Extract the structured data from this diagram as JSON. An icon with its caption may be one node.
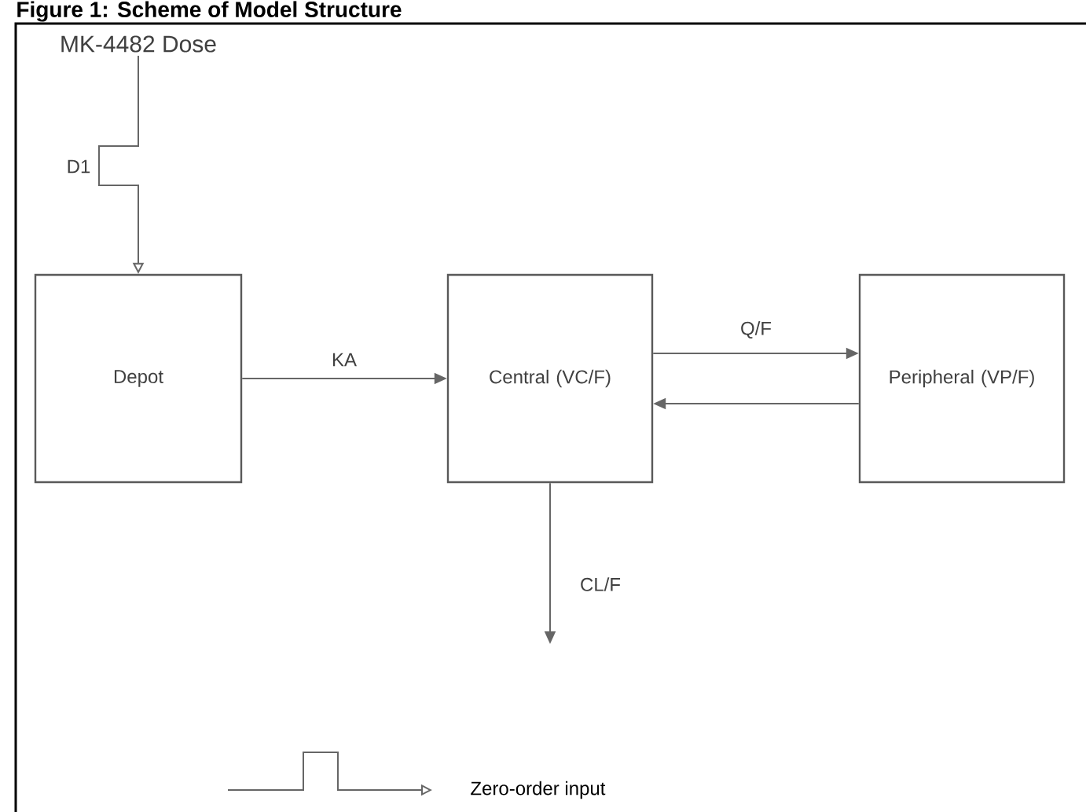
{
  "diagram": {
    "title": "Figure 1: Scheme of Model Structure",
    "nodes": [
      {
        "text": [
          "MK-4482 Dose"
        ]
      },
      {
        "text": [
          "Depot"
        ]
      },
      {
        "text": [
          "Central (VC/F)"
        ]
      },
      {
        "text": [
          "Peripheral (VP/F)"
        ]
      }
    ],
    "edges": [
      {
        "from": 0,
        "to": 1,
        "arrow": "to",
        "label": "D1"
      },
      {
        "from": 1,
        "to": 2,
        "arrow": "to",
        "label": "KA"
      },
      {
        "from": 2,
        "to": 3,
        "arrow": "to",
        "label": "Q/F"
      },
      {
        "from": 3,
        "to": 2,
        "arrow": "to"
      },
      {
        "from": 2,
        "to": null,
        "arrow": "to",
        "label": "CL/F"
      }
    ],
    "legend": [
      {
        "text": "Zero-order input"
      }
    ]
  }
}
